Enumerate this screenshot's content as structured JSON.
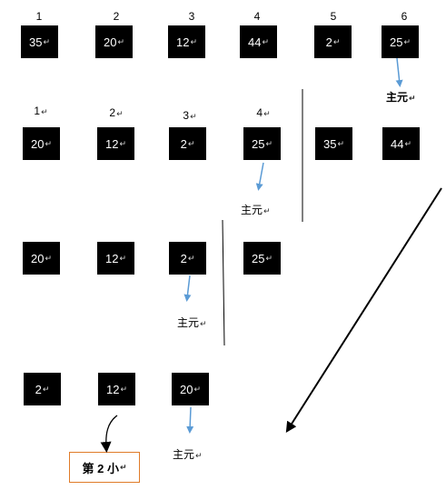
{
  "row1": {
    "indices": [
      "1",
      "2",
      "3",
      "4",
      "5",
      "6"
    ],
    "values": [
      "35",
      "20",
      "12",
      "44",
      "2",
      "25"
    ],
    "pivot_label": "主元"
  },
  "row2": {
    "indices": [
      "1",
      "2",
      "3",
      "4"
    ],
    "values": [
      "20",
      "12",
      "2",
      "25",
      "35",
      "44"
    ],
    "pivot_label": "主元"
  },
  "row3": {
    "values": [
      "20",
      "12",
      "2",
      "25"
    ],
    "pivot_label": "主元"
  },
  "row4": {
    "values": [
      "2",
      "12",
      "20"
    ],
    "pivot_label": "主元"
  },
  "callout_label": "第 2 小",
  "paragraph_mark": "↵",
  "colors": {
    "box": "#000000",
    "arrow_blue": "#5b9bd5",
    "callout_border": "#e07b28"
  }
}
